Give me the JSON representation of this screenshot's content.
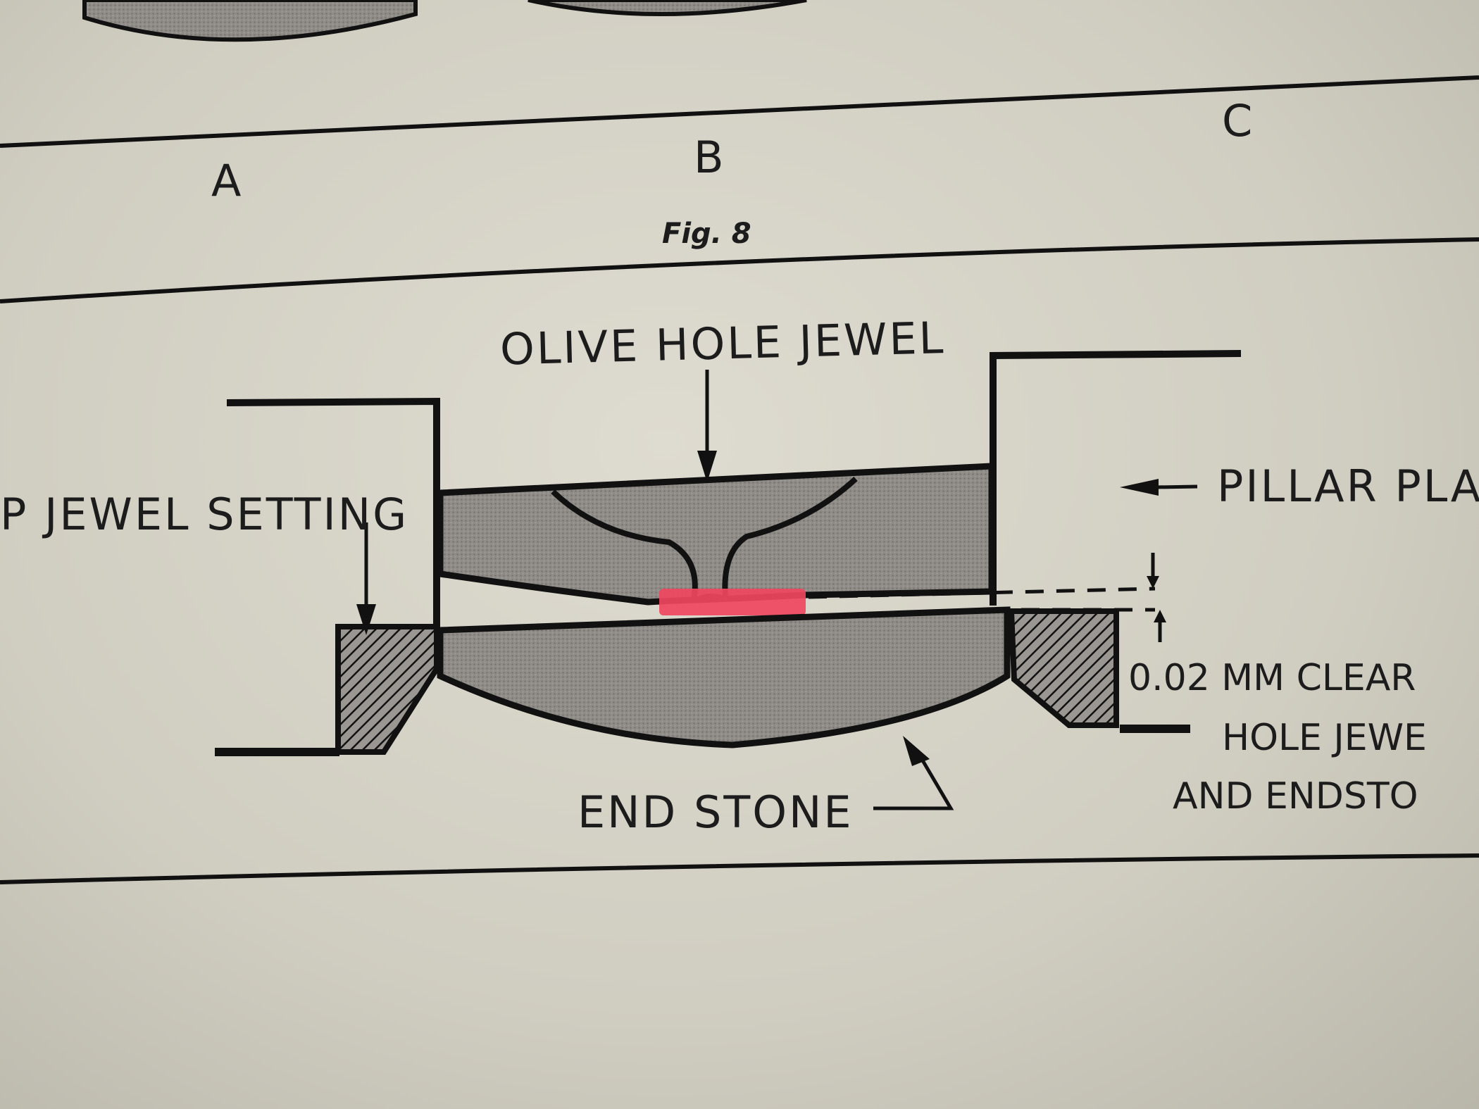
{
  "upper_figure": {
    "panel_labels": [
      "A",
      "B",
      "C"
    ],
    "caption": "Fig. 8"
  },
  "diagram": {
    "labels": {
      "olive_hole_jewel": "OLIVE HOLE JEWEL",
      "cap_jewel_setting": "P JEWEL SETTING",
      "pillar_plate": "PILLAR PLAT",
      "clearance_line1": "0.02 MM CLEAR",
      "clearance_line2": "HOLE JEWE",
      "clearance_line3": "AND ENDSTO",
      "end_stone": "END STONE"
    },
    "colors": {
      "ink": "#111111",
      "jewel_fill": "#8f8c87",
      "highlight": "#f0475f",
      "paper": "#d4d1c5"
    }
  }
}
